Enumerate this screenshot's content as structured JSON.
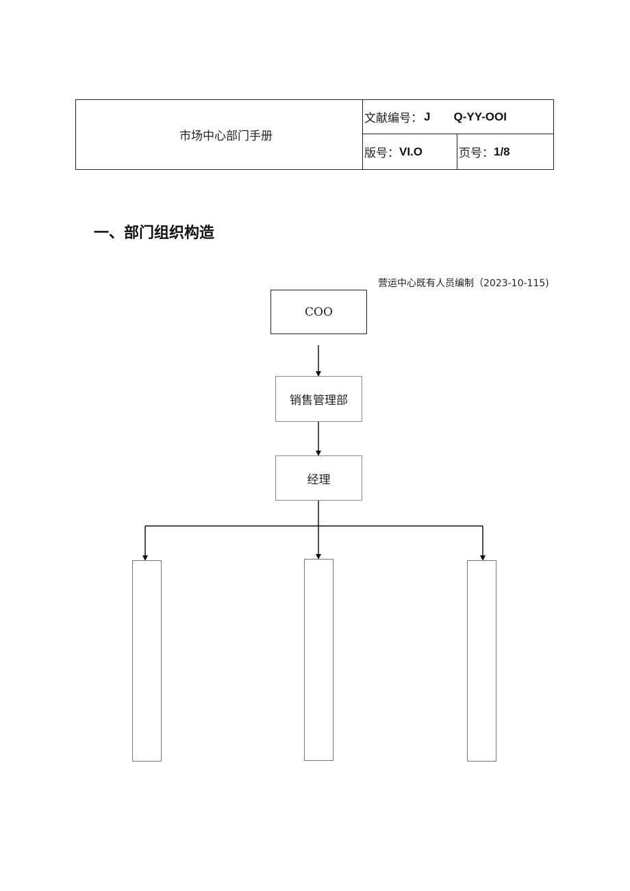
{
  "header": {
    "title": "市场中心部门手册",
    "doc_number_label": "文献编号：",
    "doc_number_part1": "J",
    "doc_number_part2": "Q-YY-OOI",
    "version_label": "版号：",
    "version_value": "VI.O",
    "page_label": "页号：",
    "page_value": "1/8"
  },
  "section": {
    "heading": "一、部门组织构造"
  },
  "org_chart": {
    "note": "营运中心既有人员编制（2023-10-115)",
    "nodes": {
      "coo": "COO",
      "sales_dept": "销售管理部",
      "manager": "经理"
    },
    "sub_units": [
      "",
      "",
      ""
    ]
  }
}
